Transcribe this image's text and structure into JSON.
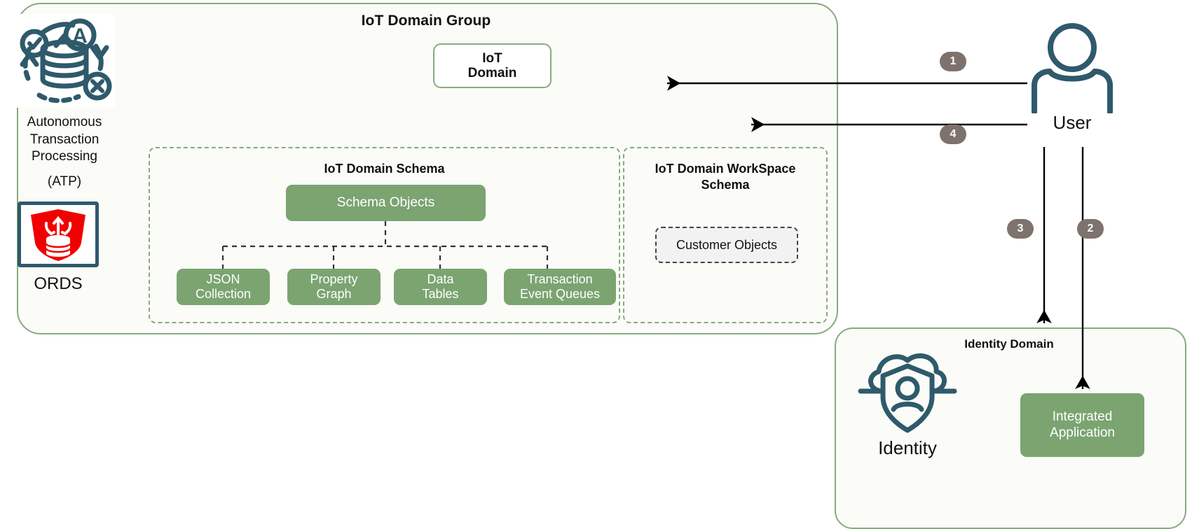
{
  "group": {
    "title": "IoT Domain Group",
    "iot_domain_label": "IoT\nDomain",
    "iot_domain_line1": "IoT",
    "iot_domain_line2": "Domain"
  },
  "atp": {
    "icon": "autonomous-database-icon",
    "label_line1": "Autonomous",
    "label_line2": "Transaction",
    "label_line3": "Processing",
    "label_line4": "(ATP)"
  },
  "ords": {
    "icon": "ords-shield-icon",
    "label": "ORDS"
  },
  "schema_left": {
    "title": "IoT Domain Schema",
    "root": "Schema Objects",
    "leaves": [
      {
        "line1": "JSON",
        "line2": "Collection"
      },
      {
        "line1": "Property",
        "line2": "Graph"
      },
      {
        "line1": "Data",
        "line2": "Tables"
      },
      {
        "line1": "Transaction",
        "line2": "Event Queues"
      }
    ]
  },
  "schema_right": {
    "title_line1": "IoT Domain WorkSpace",
    "title_line2": "Schema",
    "customer_objects": "Customer Objects"
  },
  "user": {
    "icon": "user-person-icon",
    "label": "User"
  },
  "identity_domain": {
    "title": "Identity Domain",
    "icon": "identity-cloud-shield-icon",
    "label": "Identity",
    "integrated_app_line1": "Integrated",
    "integrated_app_line2": "Application"
  },
  "badges": {
    "one": "1",
    "two": "2",
    "three": "3",
    "four": "4"
  },
  "colors": {
    "container_border": "#86ab7f",
    "container_fill": "#fbfbf8",
    "triangle_fill": "#b6ccaa",
    "green_box": "#7ba471",
    "badge": "#7d736c",
    "icon_teal": "#2e5a6b",
    "ords_red": "#f20000"
  }
}
